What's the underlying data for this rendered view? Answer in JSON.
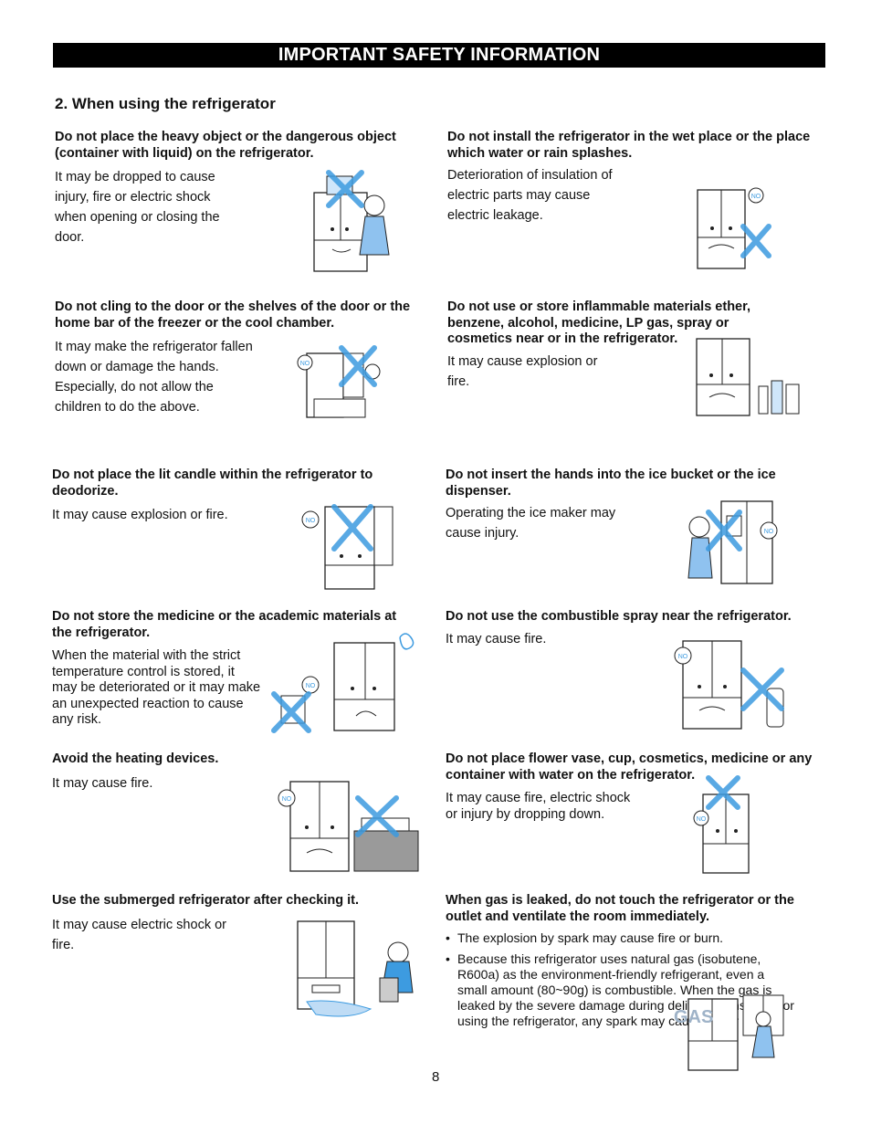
{
  "header": {
    "title": "IMPORTANT SAFETY INFORMATION"
  },
  "section": {
    "title": "2. When using the refrigerator"
  },
  "warnings": [
    {
      "head": "Do not place the heavy object or the dangerous object (container with liquid) on the refrigerator.",
      "body": "It may be dropped to cause injury, fire or electric shock when opening or closing the door."
    },
    {
      "head": "Do not install the refrigerator in the wet place or the place which water or rain splashes.",
      "body": "Deterioration of insulation of electric parts may cause electric leakage."
    },
    {
      "head": "Do not cling to the door or the shelves of the door or the home bar of the freezer or the cool chamber.",
      "body": "It may make the refrigerator fallen down or damage the hands. Especially, do not allow the children to do the above."
    },
    {
      "head": "Do not use or store inflammable materials ether, benzene, alcohol, medicine, LP gas, spray or cosmetics near or in the refrigerator.",
      "body": "It may cause explosion or fire."
    },
    {
      "head": "Do not place the lit candle within the refrigerator to deodorize.",
      "body": "It may cause explosion or fire."
    },
    {
      "head": "Do not insert the hands into the ice bucket or the ice dispenser.",
      "body": "Operating the ice maker may cause injury."
    },
    {
      "head": "Do not store the medicine or the academic materials at the refrigerator.",
      "body": "When the material with the strict temperature control is stored, it may be deteriorated or it may make an unexpected reaction to cause any risk."
    },
    {
      "head": "Do not use the combustible spray near the refrigerator.",
      "body": "It may cause fire."
    },
    {
      "head": "Avoid the heating devices.",
      "body": "It may cause fire."
    },
    {
      "head": "Do not place flower vase, cup, cosmetics, medicine or any container with water on the refrigerator.",
      "body": "It may cause fire, electric shock or injury by dropping down."
    },
    {
      "head": "Use the submerged refrigerator after checking it.",
      "body": "It may cause electric shock or fire."
    },
    {
      "head": "When gas is leaked, do not touch the refrigerator or the outlet and ventilate the room immediately.",
      "bullets": [
        "The explosion by spark may cause fire or burn.",
        "Because this refrigerator uses natural gas (isobutene, R600a) as the environment-friendly refrigerant, even a small amount (80~90g) is combustible. When the gas is leaked by the severe damage during delivering, installing or using the refrigerator, any spark may cause fire or burn."
      ]
    }
  ],
  "labels": {
    "no": "NO",
    "gas": "GAS"
  },
  "footer": {
    "page_number": "8"
  },
  "colors": {
    "accent": "#3d9be0",
    "banner": "#000000"
  }
}
